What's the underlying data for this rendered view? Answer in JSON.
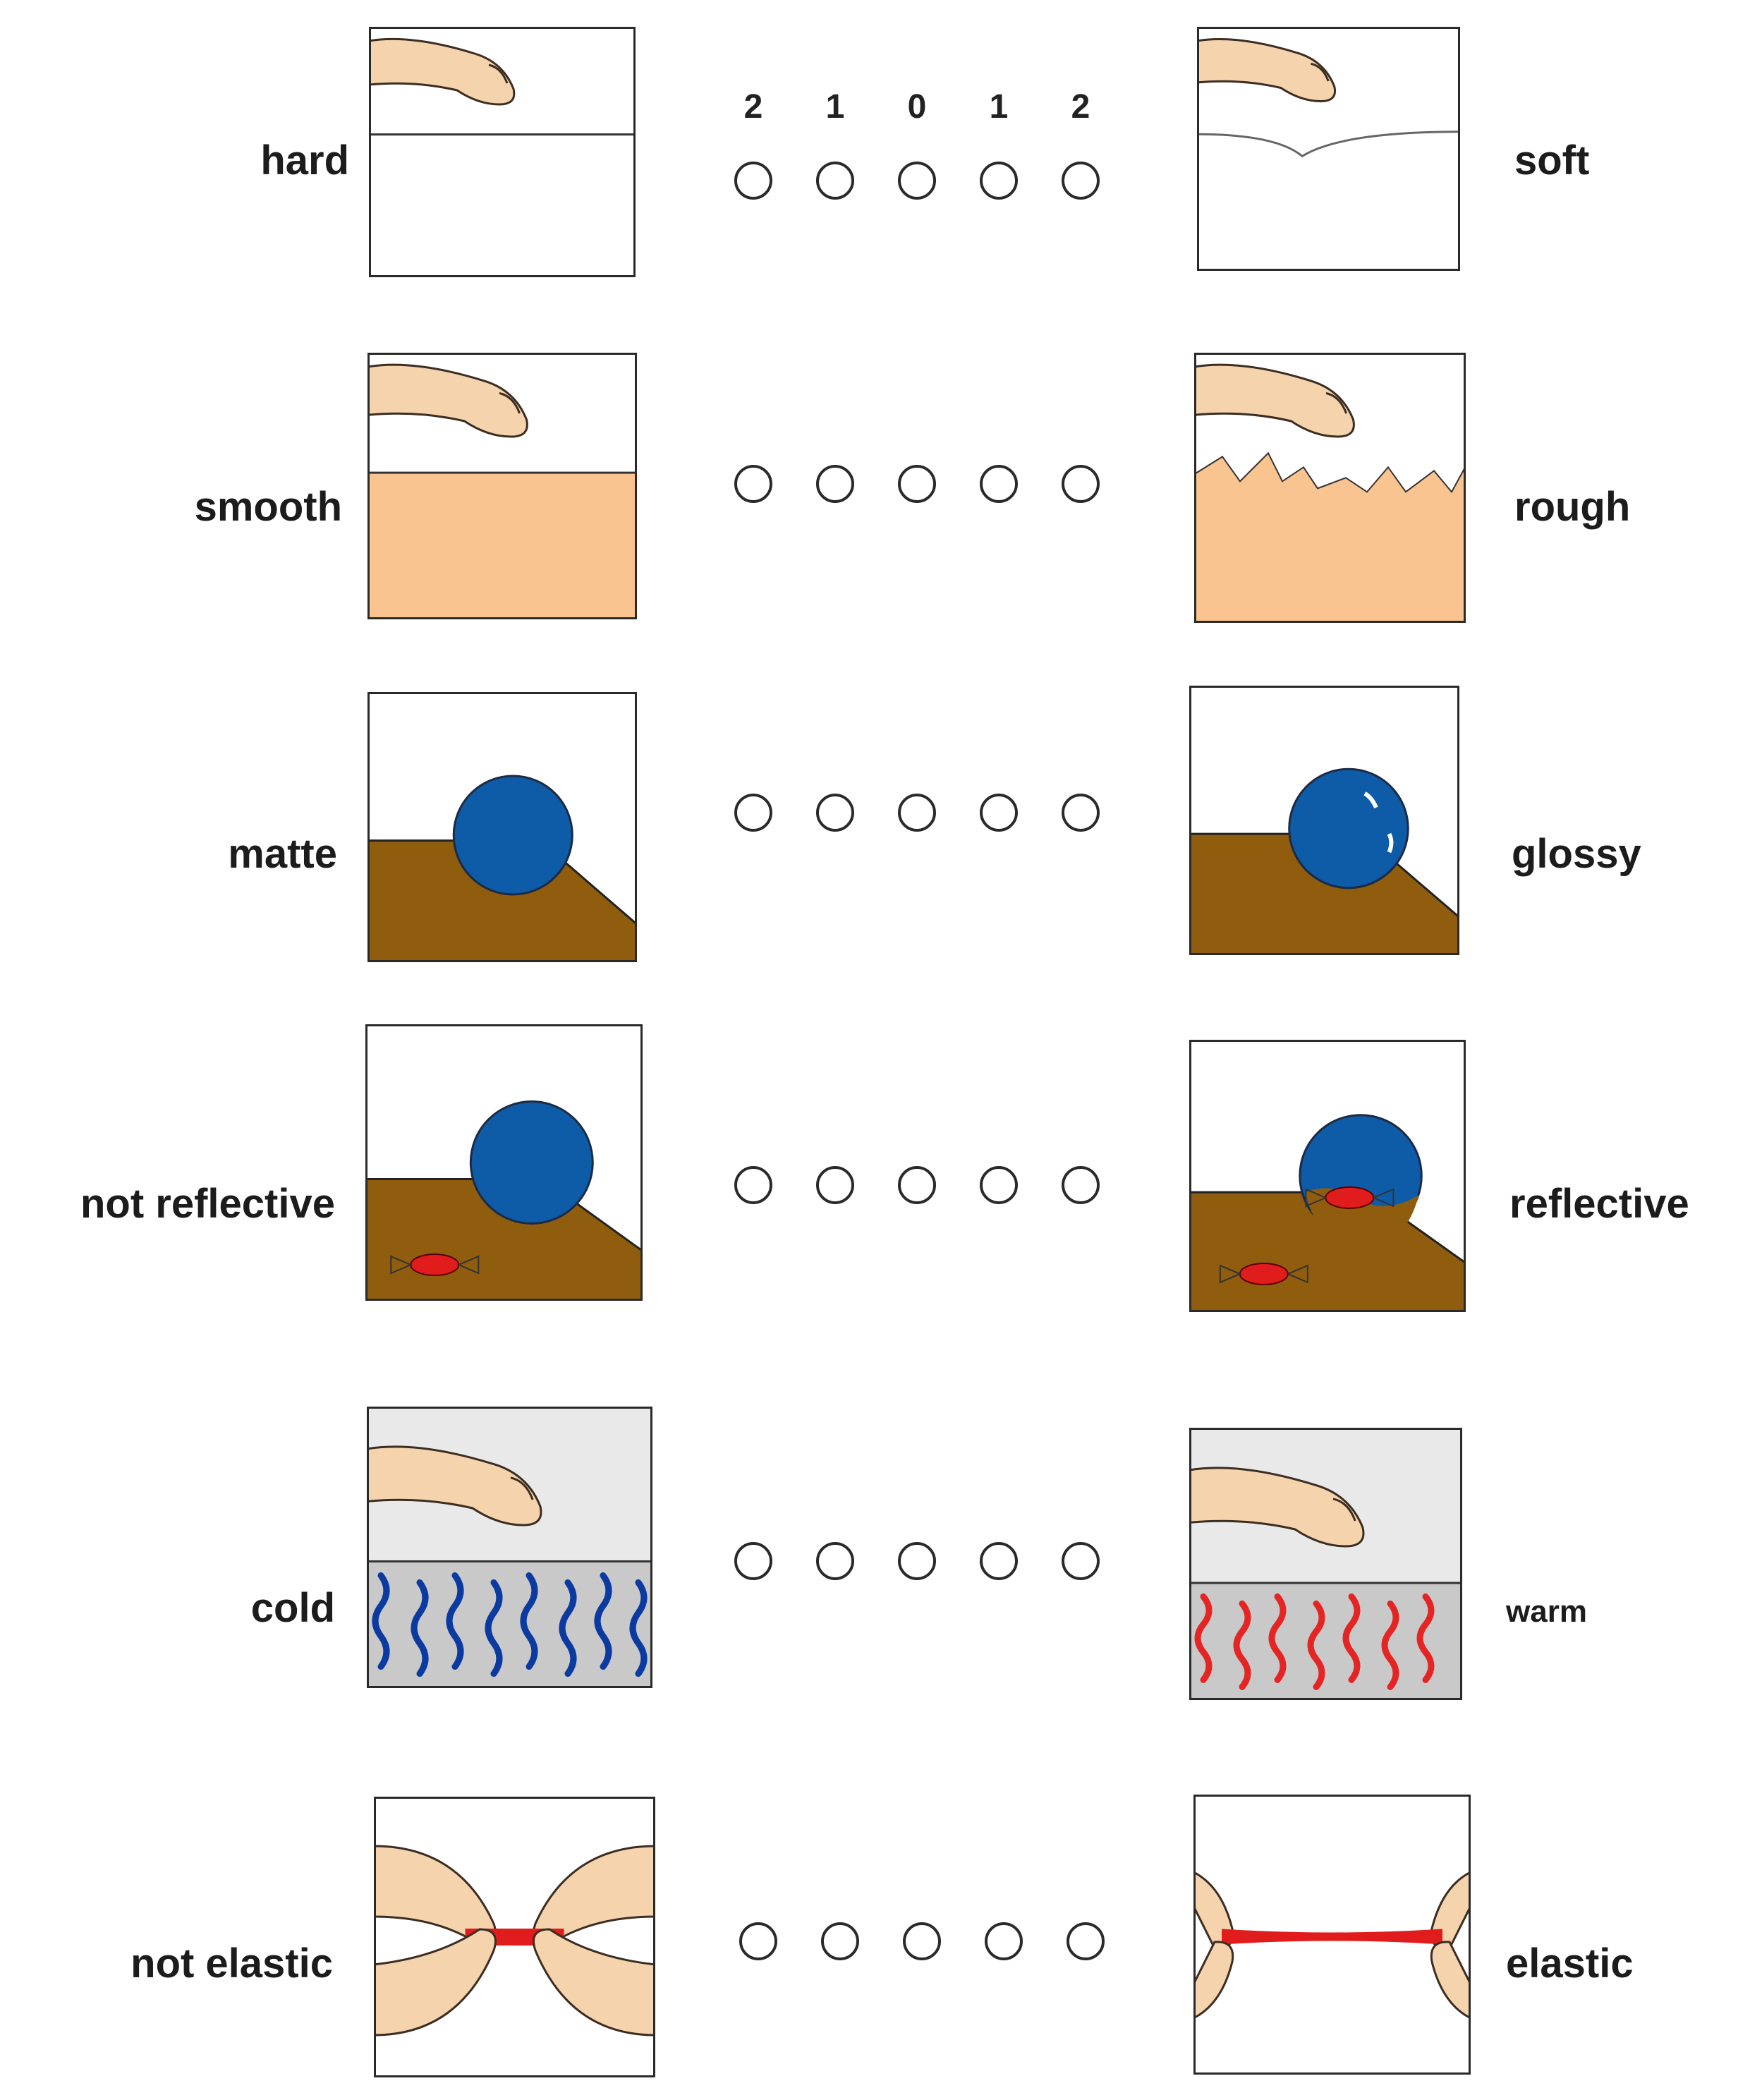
{
  "scale": [
    "2",
    "1",
    "0",
    "1",
    "2"
  ],
  "rows": [
    {
      "left": "hard",
      "right": "soft",
      "left_icon": "hard-surface-icon",
      "right_icon": "soft-surface-icon"
    },
    {
      "left": "smooth",
      "right": "rough",
      "left_icon": "smooth-surface-icon",
      "right_icon": "rough-surface-icon"
    },
    {
      "left": "matte",
      "right": "glossy",
      "left_icon": "matte-ball-icon",
      "right_icon": "glossy-ball-icon"
    },
    {
      "left": "not reflective",
      "right": "reflective",
      "left_icon": "non-reflective-ball-icon",
      "right_icon": "reflective-ball-icon"
    },
    {
      "left": "cold",
      "right": "warm",
      "left_icon": "cold-surface-icon",
      "right_icon": "warm-surface-icon"
    },
    {
      "left": "not elastic",
      "right": "elastic",
      "left_icon": "rigid-band-icon",
      "right_icon": "stretched-band-icon"
    }
  ],
  "colors": {
    "skin": "#f5d3ad",
    "sand": "#f9c490",
    "wood": "#8f5d0d",
    "ball": "#0e5ba8",
    "cold_wave": "#0b3aa0",
    "warm_wave": "#e52424",
    "band": "#e01c1c",
    "panel_grey": "#c9c9c9"
  }
}
